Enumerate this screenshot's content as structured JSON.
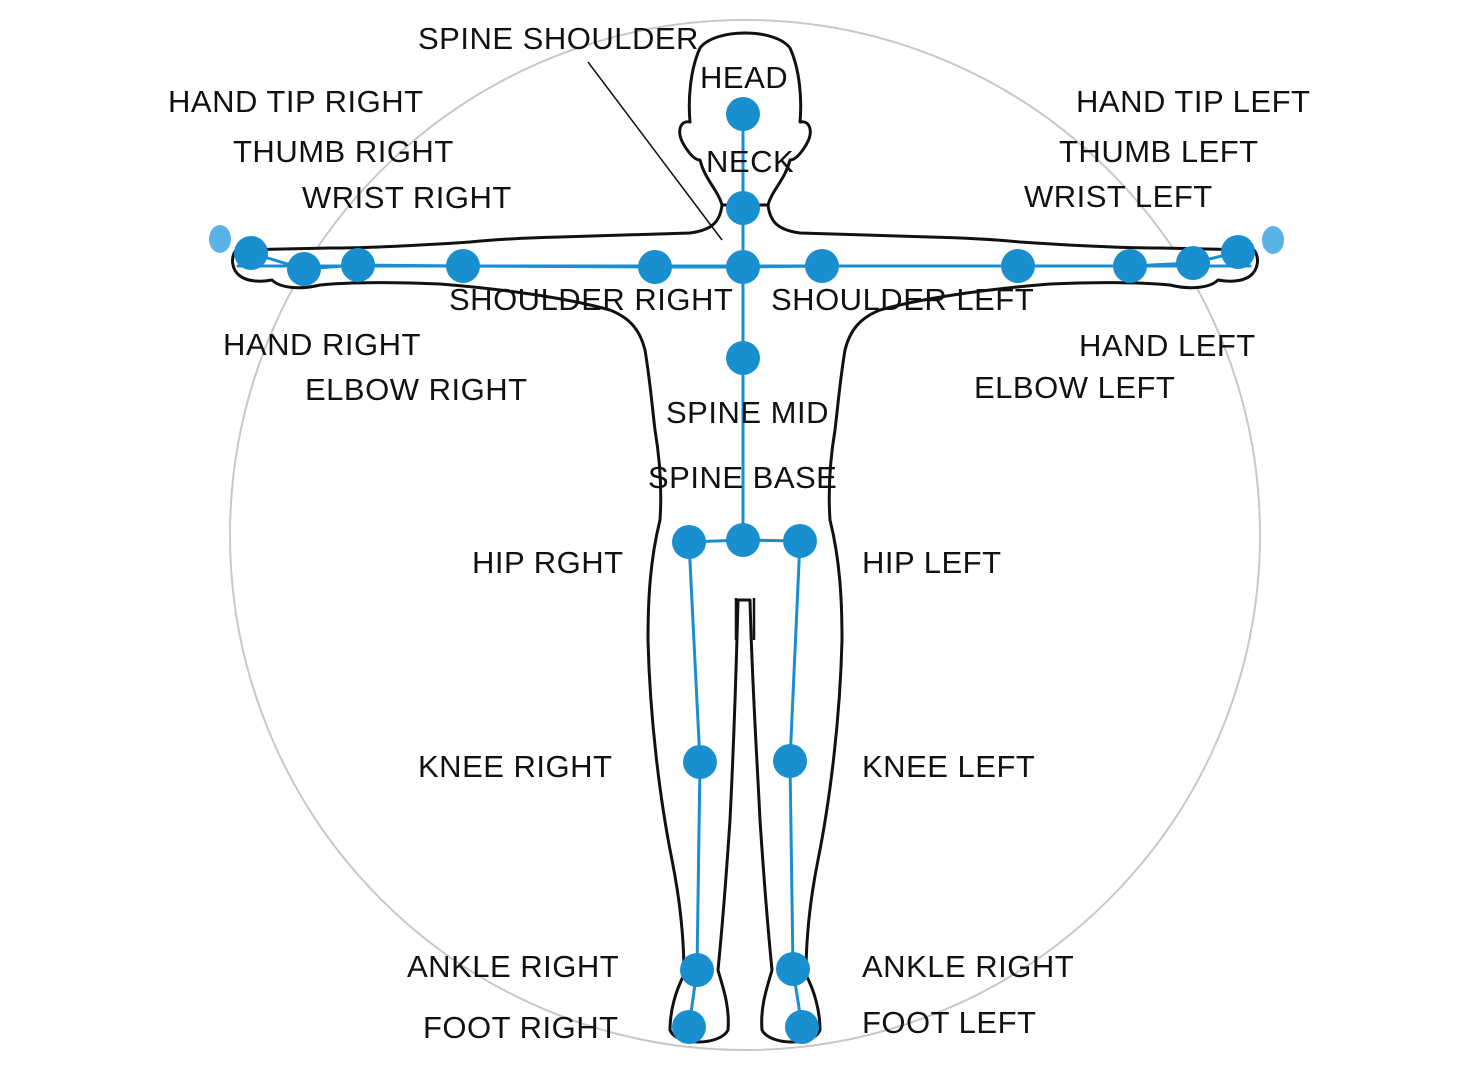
{
  "colors": {
    "joint": "#1a8fd0",
    "joint_light": "#5ab2e6",
    "bone": "#1a8fd0",
    "outline": "#111111",
    "circle": "#c8c8c8"
  },
  "labels": {
    "spine_shoulder": "SPINE SHOULDER",
    "head": "HEAD",
    "neck": "NECK",
    "hand_tip_right": "HAND TIP RIGHT",
    "thumb_right": "THUMB RIGHT",
    "wrist_right": "WRIST RIGHT",
    "hand_tip_left": "HAND TIP LEFT",
    "thumb_left": "THUMB LEFT",
    "wrist_left": "WRIST LEFT",
    "shoulder_right": "SHOULDER RIGHT",
    "shoulder_left": "SHOULDER LEFT",
    "hand_right": "HAND RIGHT",
    "elbow_right": "ELBOW RIGHT",
    "hand_left": "HAND LEFT",
    "elbow_left": "ELBOW LEFT",
    "spine_mid": "SPINE MID",
    "spine_base": "SPINE BASE",
    "hip_right": "HIP RGHT",
    "hip_left": "HIP LEFT",
    "knee_right": "KNEE RIGHT",
    "knee_left": "KNEE LEFT",
    "ankle_right": "ANKLE RIGHT",
    "ankle_left": "ANKLE RIGHT",
    "foot_right": "FOOT RIGHT",
    "foot_left": "FOOT LEFT"
  }
}
